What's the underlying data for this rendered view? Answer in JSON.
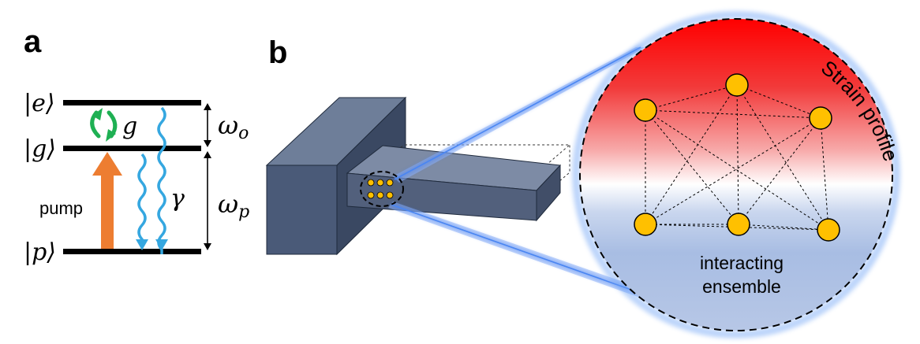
{
  "panel_a": {
    "label": "a",
    "levels": {
      "e": "|e⟩",
      "g": "|g⟩",
      "p": "|p⟩"
    },
    "coupling": "g",
    "decay": "γ",
    "pump": "pump",
    "omega_o": {
      "base": "ω",
      "sub": "o"
    },
    "omega_p": {
      "base": "ω",
      "sub": "p"
    },
    "colors": {
      "level": "#000000",
      "pump_arrow": "#ed7d31",
      "coupling_arrow": "#1eb053",
      "decay_arrow": "#35a7e0"
    }
  },
  "panel_b": {
    "label": "b",
    "strain_label": "Strain profile",
    "ensemble_label_line1": "interacting",
    "ensemble_label_line2": "ensemble",
    "colors": {
      "block_front": "#4a5a78",
      "block_top": "#6e7e99",
      "block_side": "#3a4862",
      "beam_top": "#7d8ba5",
      "beam_side": "#52607c",
      "beam_end": "#414e68",
      "emitter": "#ffc000",
      "strain_high": "#ff0000",
      "strain_low": "#a9bde0",
      "glow": "#4a8df0"
    }
  }
}
